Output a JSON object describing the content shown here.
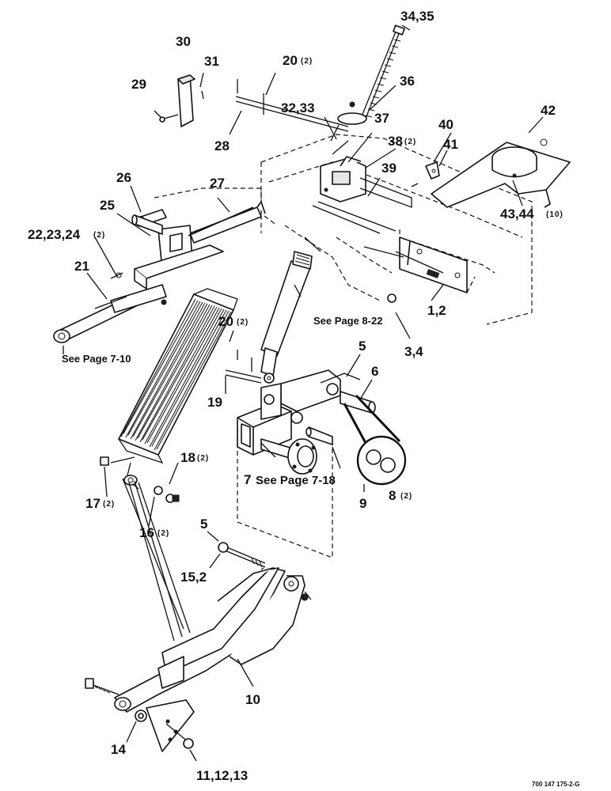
{
  "labels": {
    "l_34_35": "34,35",
    "l_30": "30",
    "l_31": "31",
    "l_20a": "20",
    "l_20a_qty": "(2)",
    "l_29": "29",
    "l_36": "36",
    "l_32_33": "32,33",
    "l_37": "37",
    "l_40": "40",
    "l_42": "42",
    "l_28": "28",
    "l_38": "38",
    "l_38_qty": "(2)",
    "l_41": "41",
    "l_39": "39",
    "l_26": "26",
    "l_27": "27",
    "l_25": "25",
    "l_43_44": "43,44",
    "l_43_44_qty": "(10)",
    "l_22_23_24": "22,23,24",
    "l_22_23_24_qty": "(2)",
    "l_21": "21",
    "l_1_2": "1,2",
    "l_20b": "20",
    "l_20b_qty": "(2)",
    "l_3_4": "3,4",
    "l_5a": "5",
    "l_6": "6",
    "l_19": "19",
    "l_18": "18",
    "l_18_qty": "(2)",
    "l_7": "7",
    "l_9": "9",
    "l_8": "8",
    "l_8_qty": "(2)",
    "l_17": "17",
    "l_17_qty": "(2)",
    "l_16": "16",
    "l_16_qty": "(2)",
    "l_5b": "5",
    "l_15_2": "15,2",
    "l_10": "10",
    "l_14": "14",
    "l_11_12_13": "11,12,13"
  },
  "references": {
    "see_page_8_22": "See Page 8-22",
    "see_page_7_10": "See Page 7-10",
    "see_page_7_18": "See Page 7-18"
  },
  "figure_code": "700 147 175-2-G"
}
